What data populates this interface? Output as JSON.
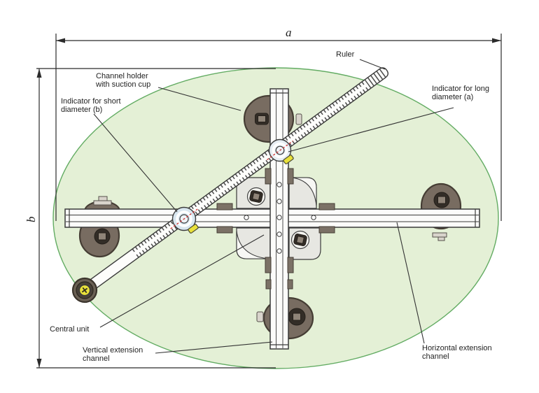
{
  "dimension_markers": {
    "long_diameter": "a",
    "short_diameter": "b"
  },
  "labels": {
    "ruler": "Ruler",
    "channel_holder": [
      "Channel holder",
      "with suction cup"
    ],
    "indicator_short": [
      "Indicator for short",
      "diameter (b)"
    ],
    "indicator_long": [
      "Indicator for long",
      "diameter (a)"
    ],
    "central_unit": "Central unit",
    "vertical_extension": [
      "Vertical extension",
      "channel"
    ],
    "horizontal_extension": [
      "Horizontal extension",
      "channel"
    ]
  },
  "colors": {
    "ellipse_fill": "#e4f0d6",
    "ellipse_stroke": "#63ac63",
    "suction_cup": "#786c61",
    "indicator_fill": "#d9e7f0",
    "indicator_fill_long": "#e7eef3",
    "indicator_cross_red": "#cf3333",
    "marker_yellow": "#e9e13b",
    "line": "#333333"
  }
}
